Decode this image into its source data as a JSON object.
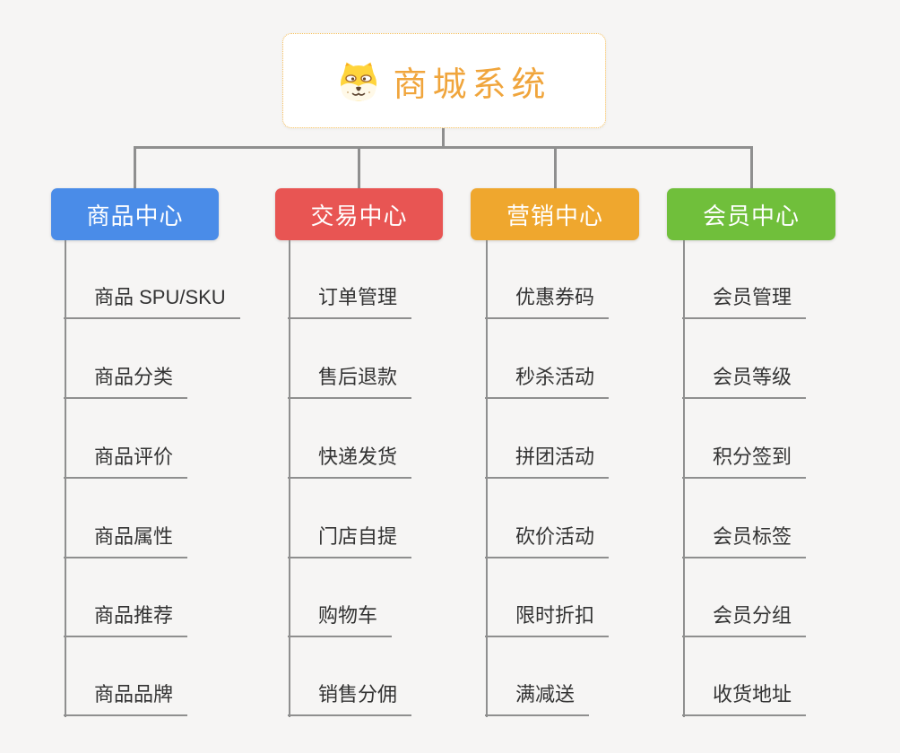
{
  "root": {
    "title": "商城系统",
    "icon": "shiba-dog-icon",
    "text_color": "#F0A53C",
    "border_color": "#F5BD57"
  },
  "branches": [
    {
      "label": "商品中心",
      "color": "#4A8CE8",
      "children": [
        "商品 SPU/SKU",
        "商品分类",
        "商品评价",
        "商品属性",
        "商品推荐",
        "商品品牌"
      ]
    },
    {
      "label": "交易中心",
      "color": "#E85553",
      "children": [
        "订单管理",
        "售后退款",
        "快递发货",
        "门店自提",
        "购物车",
        "销售分佣"
      ]
    },
    {
      "label": "营销中心",
      "color": "#EFA72E",
      "children": [
        "优惠券码",
        "秒杀活动",
        "拼团活动",
        "砍价活动",
        "限时折扣",
        "满减送"
      ]
    },
    {
      "label": "会员中心",
      "color": "#70BF3B",
      "children": [
        "会员管理",
        "会员等级",
        "积分签到",
        "会员标签",
        "会员分组",
        "收货地址"
      ]
    }
  ],
  "connector_color": "#8F8F8F",
  "leaf_text_color": "#333333",
  "background_color": "#F6F5F4"
}
